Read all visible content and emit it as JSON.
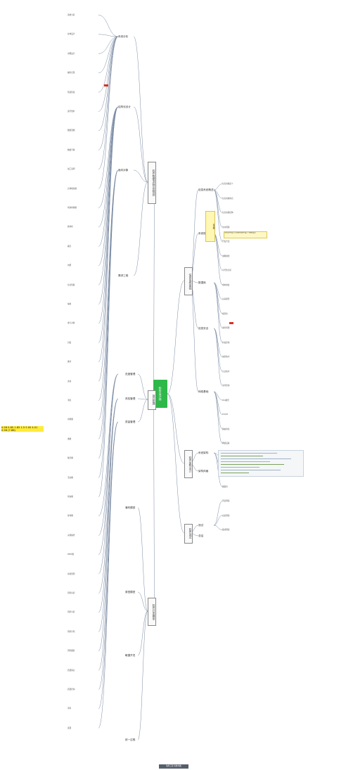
{
  "root": {
    "title": "软件设计师"
  },
  "right_branches": [
    {
      "label": "信息系统基础",
      "children": [
        "信息系统概述",
        "系统规划",
        "数据库",
        "信息安全",
        "网络基础"
      ]
    },
    {
      "label": "软件架构设计",
      "children": [
        "系统架构",
        "架构风格"
      ]
    },
    {
      "label": "软件测试",
      "children": [
        "测试",
        "总结"
      ]
    }
  ],
  "left_branches": [
    {
      "label": "软件数据流程及其规划",
      "children": [
        "系统分析",
        "结构化设计",
        "面向对象",
        "需求工程"
      ]
    },
    {
      "label": "项目管理",
      "children": [
        "进度管理",
        "风险管理",
        "质量管理"
      ]
    },
    {
      "label": "软件开发模型",
      "children": [
        "瀑布模型",
        "原型模型",
        "敏捷开发",
        "统一过程"
      ]
    }
  ],
  "left_labels": [
    "需求分析",
    "总体设计",
    "详细设计",
    "编码实现",
    "测试阶段",
    "运行维护",
    "数据流图",
    "数据字典",
    "加工说明",
    "实体联系图",
    "状态转换图",
    "模块化",
    "耦合",
    "内聚",
    "信息隐蔽",
    "抽象",
    "类与对象",
    "封装",
    "继承",
    "多态",
    "消息",
    "用例图",
    "类图",
    "顺序图",
    "活动图",
    "状态图",
    "甘特图",
    "关键路径",
    "PERT图",
    "挣值管理",
    "风险识别",
    "风险分析",
    "风险计划",
    "风险跟踪",
    "质量保证",
    "质量控制",
    "评审",
    "度量"
  ],
  "right_labels": [
    "信息系统定义",
    "信息系统特点",
    "信息系统结构",
    "生命周期",
    "开发方法",
    "战略规划",
    "可行性分析",
    "成本效益",
    "关系模型",
    "规范化",
    "事务管理",
    "并发控制",
    "加密技术",
    "认证技术",
    "访问控制",
    "OSI模型",
    "TCP/IP",
    "路由协议",
    "网络设备",
    "分层架构",
    "客户端服务器",
    "微服务",
    "黑盒测试",
    "白盒测试",
    "集成测试"
  ],
  "stat_note": "0.58 0.85 1.85 1.5 5.00 4.01 0.56 (7.88)",
  "timing_label": "时序图",
  "banner_text": "系统总体设计包括模块结构设计与数据设计",
  "footer": "软件工程 思维导图"
}
